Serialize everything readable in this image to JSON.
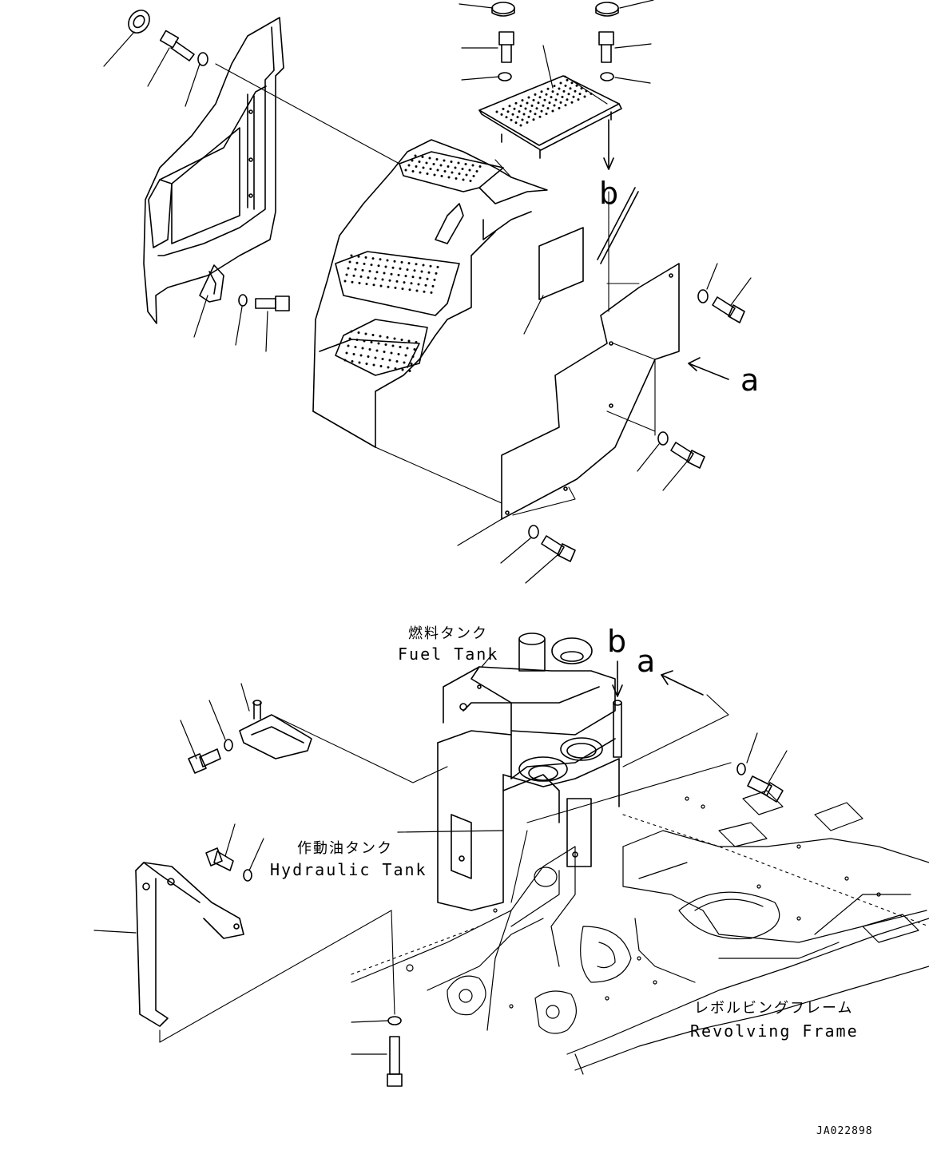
{
  "labels": {
    "ref_a_top": "a",
    "ref_b_top": "b",
    "ref_a_bottom": "a",
    "ref_b_bottom": "b",
    "fuel_tank_jp": "燃料タンク",
    "fuel_tank_en": "Fuel Tank",
    "hydraulic_tank_jp": "作動油タンク",
    "hydraulic_tank_en": "Hydraulic Tank",
    "revolving_frame_jp": "レボルビングフレーム",
    "revolving_frame_en": "Revolving Frame",
    "drawing_id": "JA022898"
  },
  "colors": {
    "line": "#000000",
    "background": "#ffffff"
  }
}
